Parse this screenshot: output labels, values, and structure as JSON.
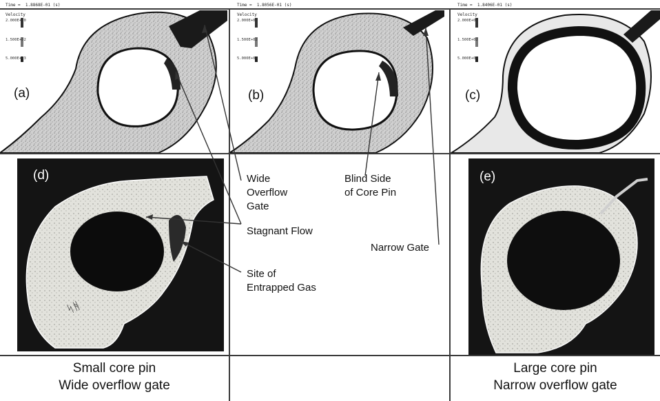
{
  "panels": {
    "a": {
      "label": "(a)",
      "time": "Time =  1.8868E-01 (s)",
      "legend_title": "Velocity",
      "legend_values": [
        "2.000E+00",
        "1.500E+02",
        "5.000E+03"
      ]
    },
    "b": {
      "label": "(b)",
      "time": "Time =  1.8056E-01 (s)",
      "legend_title": "Velocity",
      "legend_values": [
        "2.000E+00",
        "1.500E+02",
        "5.000E+03"
      ]
    },
    "c": {
      "label": "(c)",
      "time": "Time =  1.8406E-01 (s)",
      "legend_title": "Velocity",
      "legend_values": [
        "2.000E+00",
        "1.500E+02",
        "5.000E+03"
      ]
    },
    "d": {
      "label": "(d)"
    },
    "e": {
      "label": "(e)"
    }
  },
  "annotations": {
    "wide_gate": [
      "Wide",
      "Overflow",
      "Gate"
    ],
    "blind_side": [
      "Blind Side",
      "of Core Pin"
    ],
    "stagnant_flow": "Stagnant Flow",
    "narrow_gate": "Narrow Gate",
    "entrapped_gas": [
      "Site of",
      "Entrapped Gas"
    ]
  },
  "captions": {
    "left": [
      "Small core pin",
      "Wide overflow gate"
    ],
    "right": [
      "Large core pin",
      "Narrow overflow gate"
    ]
  },
  "colors": {
    "grid_line": "#3a3a3a",
    "photo_background": "#141414",
    "casting_metal": "#dcdcd6",
    "flow_fill": "#c9c9c9",
    "arrow": "#333333"
  }
}
